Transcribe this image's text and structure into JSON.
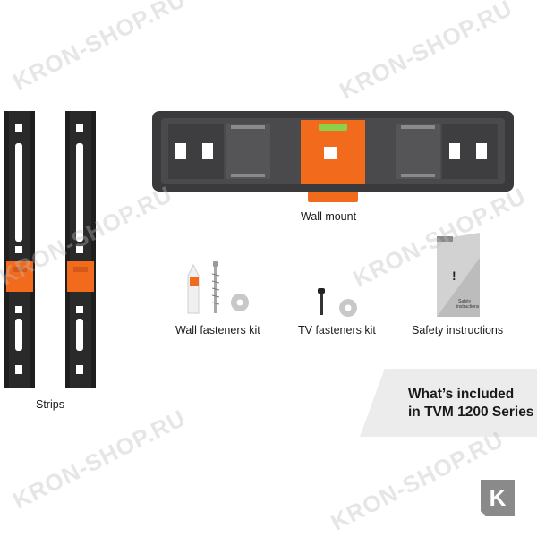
{
  "watermark": {
    "text": "KRON-SHOP.RU"
  },
  "items": {
    "strips": "Strips",
    "wall_mount": "Wall mount",
    "wall_fasteners": "Wall fasteners kit",
    "tv_fasteners": "TV fasteners kit",
    "safety": "Safety instructions"
  },
  "banner": {
    "line1": "What’s included",
    "line2": "in TVM 1200 Series"
  },
  "safety_sheet": {
    "text_line1": "Safety",
    "text_line2": "instructions",
    "symbol": "!"
  },
  "logo": {
    "letter": "K"
  },
  "colors": {
    "orange": "#f26b1d",
    "dark_gray": "#4a4a4d",
    "black": "#1e1e1e"
  }
}
